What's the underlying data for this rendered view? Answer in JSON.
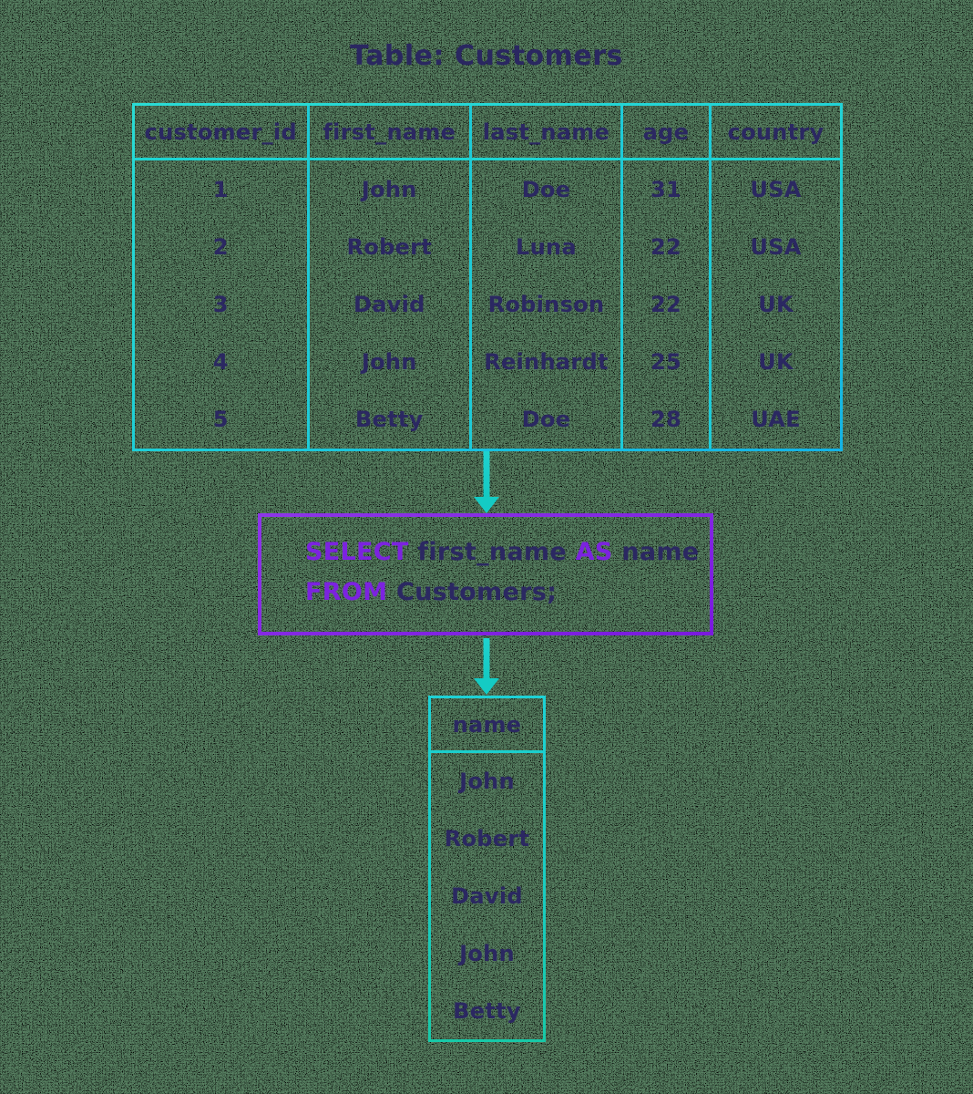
{
  "page": {
    "title": "Table: Customers"
  },
  "colors": {
    "background_green": "#567e60",
    "table_border_cyan": "#1fd0d6",
    "table_border_blue": "#14b3e6",
    "result_border_teal": "#17c9a8",
    "query_border_purple": "#8a2be2",
    "keyword_purple": "#7c22e0",
    "text_navy": "#2b2862"
  },
  "source_table": {
    "columns": [
      "customer_id",
      "first_name",
      "last_name",
      "age",
      "country"
    ],
    "rows": [
      [
        "1",
        "John",
        "Doe",
        "31",
        "USA"
      ],
      [
        "2",
        "Robert",
        "Luna",
        "22",
        "USA"
      ],
      [
        "3",
        "David",
        "Robinson",
        "22",
        "UK"
      ],
      [
        "4",
        "John",
        "Reinhardt",
        "25",
        "UK"
      ],
      [
        "5",
        "Betty",
        "Doe",
        "28",
        "UAE"
      ]
    ]
  },
  "query": {
    "select_keyword": "SELECT",
    "column": "first_name",
    "as_keyword": "AS",
    "alias": "name",
    "from_keyword": "FROM",
    "table": "Customers;"
  },
  "result_table": {
    "header": "name",
    "rows": [
      "John",
      "Robert",
      "David",
      "John",
      "Betty"
    ]
  }
}
